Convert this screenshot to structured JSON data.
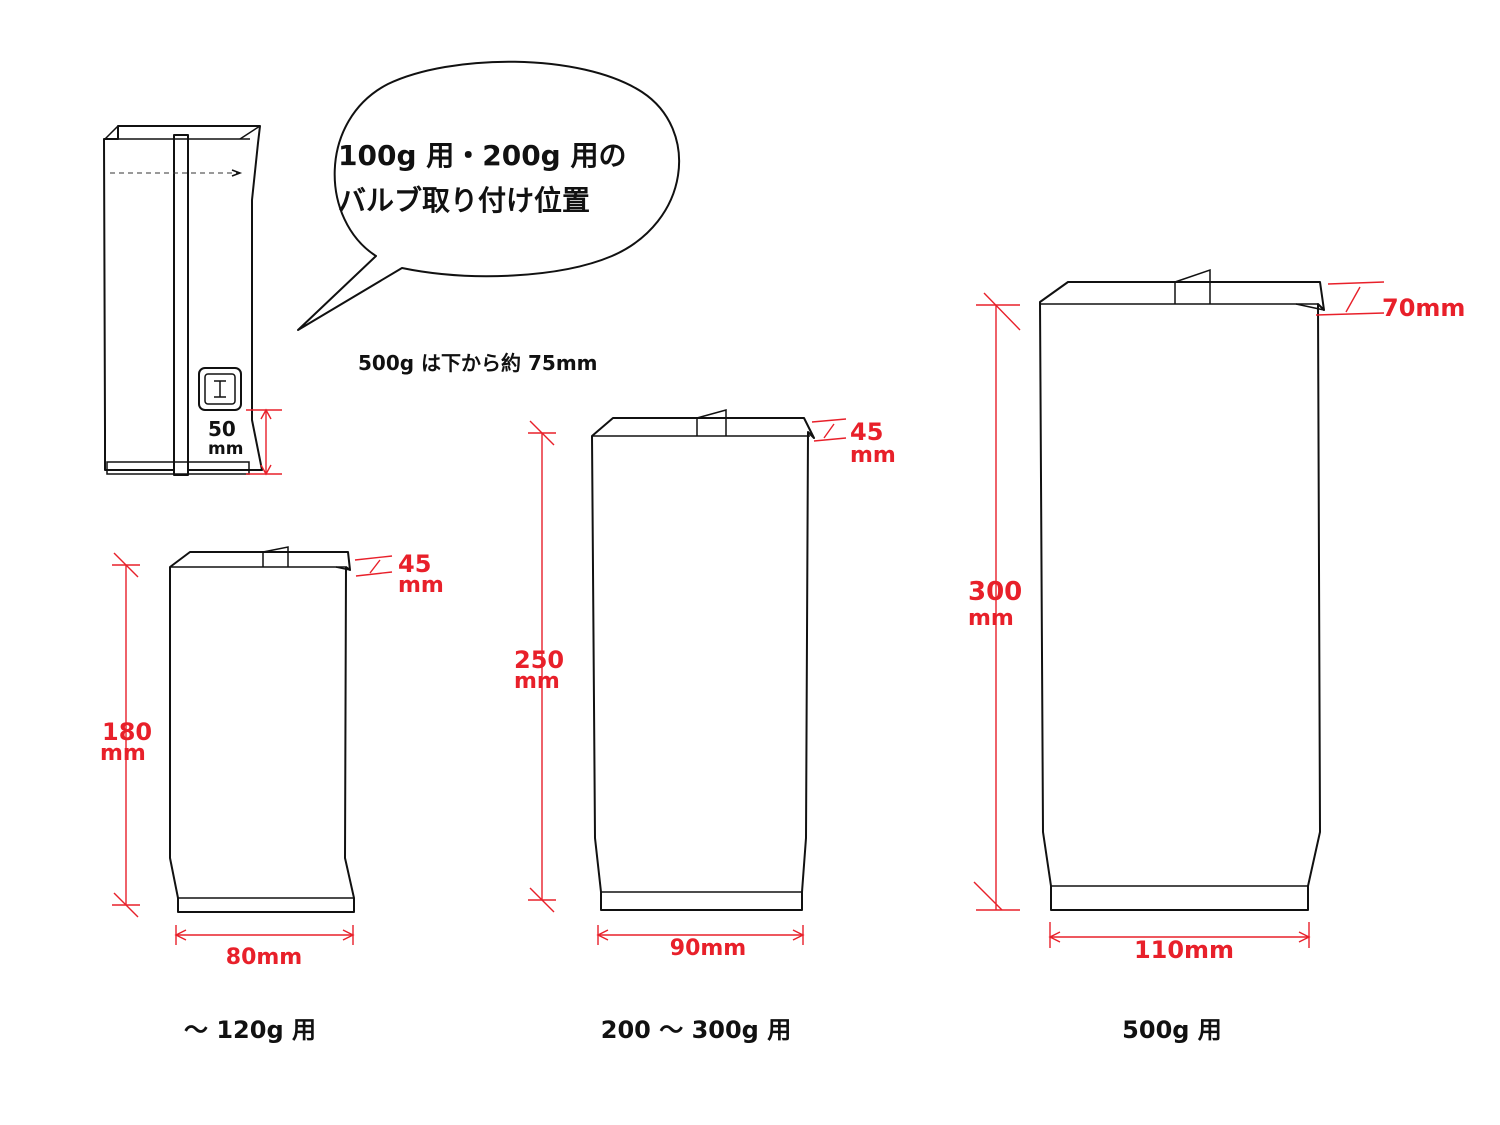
{
  "callout": {
    "line1": "100g 用・200g 用の",
    "line2": "バルブ取り付け位置"
  },
  "note_500g": "500g は下から約 75mm",
  "valve_offset": {
    "value": "50",
    "unit": "mm"
  },
  "bags": [
    {
      "caption": "～ 120g 用",
      "height": {
        "value": "180",
        "unit": "mm"
      },
      "top_fold": {
        "value": "45",
        "unit": "mm"
      },
      "width": "80mm"
    },
    {
      "caption": "200 ～ 300g 用",
      "height": {
        "value": "250",
        "unit": "mm"
      },
      "top_fold": {
        "value": "45",
        "unit": "mm"
      },
      "width": "90mm"
    },
    {
      "caption": "500g 用",
      "height": {
        "value": "300",
        "unit": "mm"
      },
      "top_fold": {
        "value": "70mm"
      },
      "width": "110mm"
    }
  ],
  "colors": {
    "dimension": "#e8202a",
    "outline": "#111111",
    "background": "#ffffff"
  }
}
